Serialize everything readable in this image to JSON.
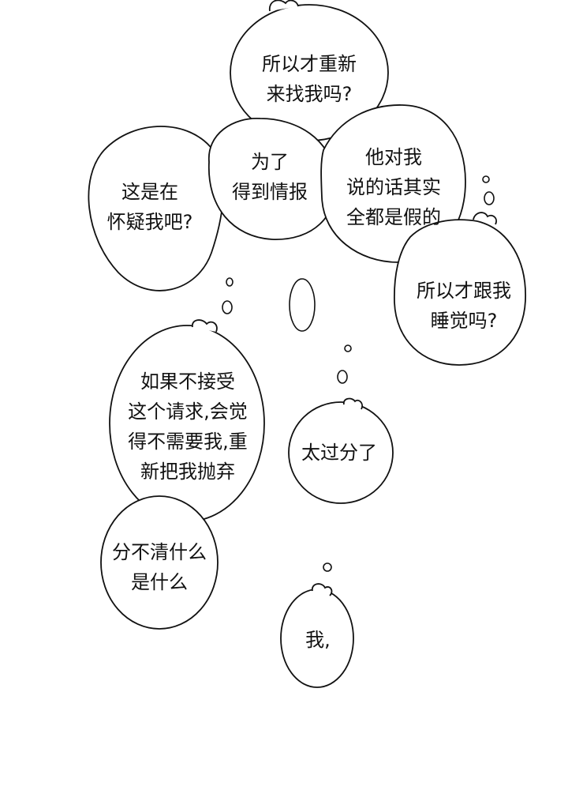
{
  "bubbles": {
    "b1": {
      "lines": [
        "所以才重新",
        "来找我吗?"
      ]
    },
    "b2": {
      "lines": [
        "为了",
        "得到情报"
      ]
    },
    "b3": {
      "lines": [
        "这是在",
        "怀疑我吧?"
      ]
    },
    "b4": {
      "lines": [
        "他对我",
        "说的话其实",
        "全都是假的"
      ]
    },
    "b5": {
      "lines": [
        "所以才跟我",
        "睡觉吗?"
      ]
    },
    "b6": {
      "lines": [
        "如果不接受",
        "这个请求,会觉",
        "得不需要我,重",
        "新把我抛弃"
      ]
    },
    "b7": {
      "lines": [
        "太过分了"
      ]
    },
    "b8": {
      "lines": [
        "分不清什么",
        "是什么"
      ]
    },
    "b9": {
      "lines": [
        "我,"
      ]
    }
  },
  "colors": {
    "ink": "#111111",
    "paper": "#ffffff"
  }
}
